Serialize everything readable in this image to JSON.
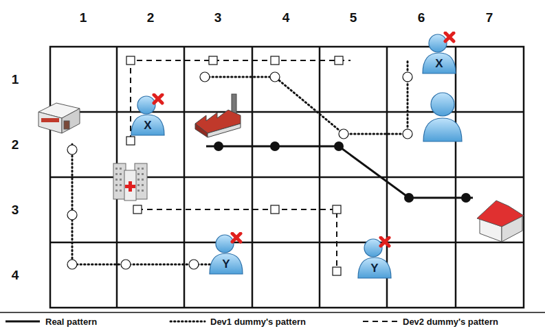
{
  "diagram": {
    "nodes": [
      {
        "text": [
          "X"
        ]
      },
      {
        "text": [
          "X"
        ]
      },
      {
        "text": [
          "Y"
        ]
      },
      {
        "text": [
          "Y"
        ]
      }
    ],
    "labels": [
      "1",
      "2",
      "3",
      "4",
      "5",
      "6",
      "7",
      "1",
      "2",
      "3",
      "4"
    ],
    "legend": [
      {
        "text": "Real pattern"
      },
      {
        "text": "Dev1 dummy's pattern"
      },
      {
        "text": "Dev2 dummy's pattern"
      }
    ]
  }
}
